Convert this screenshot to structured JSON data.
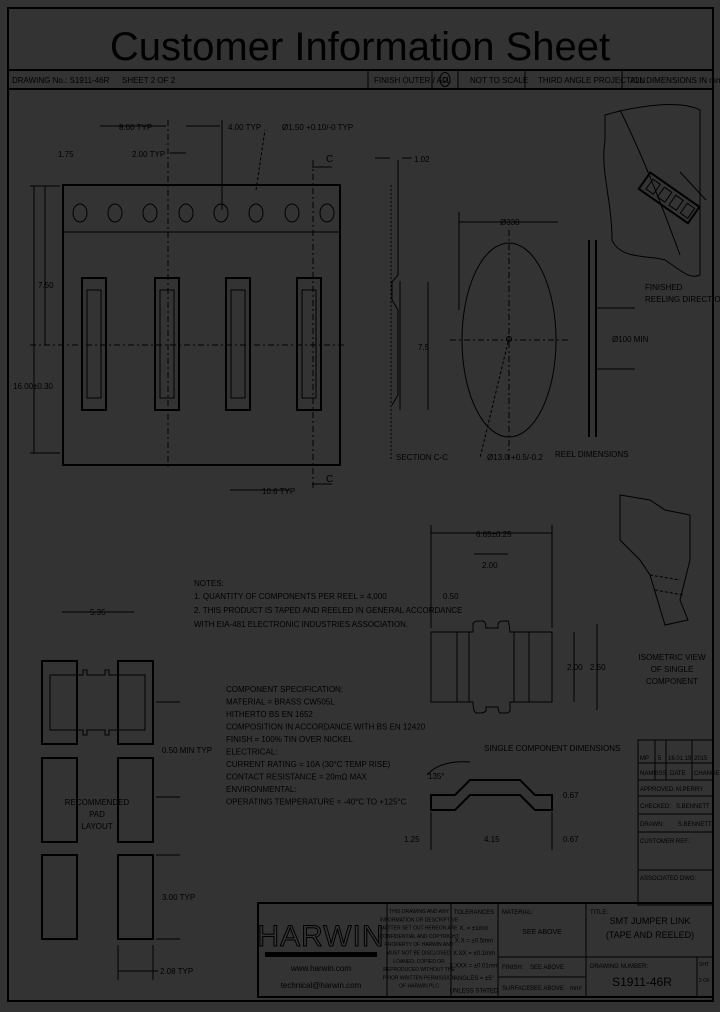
{
  "title": "Customer Information Sheet",
  "info_bar": {
    "drawing_ref": "DRAWING No.: S1911-46R",
    "sheet": "SHEET 2 OF 2",
    "finish_note": "FINISH OUTER / ALL",
    "scale": "NOT TO SCALE",
    "projection": "THIRD ANGLE PROJECTION",
    "units": "ALL DIMENSIONS IN mm"
  },
  "tape_view": {
    "dim_pitch": "8.00 TYP",
    "dim_sprocket_pitch": "4.00 TYP",
    "dim_hole": "Ø1.50 +0.10/-0 TYP",
    "dim_offset": "2.00 TYP",
    "dim_edge": "1.75",
    "dim_width_half": "7.50",
    "dim_width": "16.00±0.30",
    "dim_pocket": "10.6 TYP",
    "section_marker": "C"
  },
  "section_view": {
    "dim_thickness": "1.02",
    "dim_height": "7.5",
    "label": "SECTION C-C"
  },
  "reel_view": {
    "dim_diameter": "Ø330",
    "dim_hub": "Ø13.0 +0.5/-0.2",
    "dim_core": "Ø100 MIN",
    "label": "REEL DIMENSIONS",
    "direction_label_1": "FINISHED",
    "direction_label_2": "REELING DIRECTION"
  },
  "notes": {
    "heading": "NOTES:",
    "items": [
      "1. QUANTITY OF COMPONENTS PER REEL = 4,000",
      "2. THIS PRODUCT IS TAPED AND REELED IN GENERAL ACCORDANCE",
      "   WITH EIA-481 ELECTRONIC INDUSTRIES ASSOCIATION."
    ]
  },
  "spec": {
    "lines": [
      "COMPONENT SPECIFICATION:",
      "MATERIAL = BRASS CW505L",
      "  HITHERTO BS EN 1652",
      "  COMPOSITION IN ACCORDANCE WITH BS EN 12420",
      "FINISH = 100% TIN OVER NICKEL",
      "ELECTRICAL:",
      "  CURRENT RATING = 10A (30°C TEMP RISE)",
      "  CONTACT RESISTANCE = 20mΩ MAX",
      "ENVIRONMENTAL:",
      "  OPERATING TEMPERATURE = -40°C TO +125°C"
    ]
  },
  "component": {
    "dim_length": "6.65±0.25",
    "dim_gap": "2.00",
    "dim_slot": "0.50",
    "dim_w1": "2.00",
    "dim_w2": "2.50",
    "side_angle": "135°",
    "side_h1": "0.67",
    "side_h2": "0.67",
    "side_l1": "1.25",
    "side_l2": "4.15",
    "dims_label": "SINGLE COMPONENT DIMENSIONS",
    "iso_label": [
      "ISOMETRIC VIEW",
      "OF SINGLE",
      "COMPONENT"
    ]
  },
  "pad_layout": {
    "dim_width": "5.35",
    "dim_gap": "0.50 MIN TYP",
    "dim_height": "3.00 TYP",
    "dim_pad": "2.08 TYP",
    "label": [
      "RECOMMENDED",
      "PAD",
      "LAYOUT"
    ]
  },
  "revision": {
    "row1": [
      "MP",
      "5",
      "16.01.19",
      "2015"
    ],
    "row2": [
      "NAME",
      "ISS.",
      "DATE",
      "CHANGE"
    ],
    "approved": "APPROVED:",
    "approved_by": "M.PERRY",
    "checked": "CHECKED:",
    "checked_by": "S.BENNETT",
    "drawn": "DRAWN:",
    "drawn_by": "S.BENNETT",
    "customer_ref": "CUSTOMER REF.:",
    "associated_dwg": "ASSOCIATED DWG:"
  },
  "title_block": {
    "logo": "HARWIN",
    "website": "www.harwin.com",
    "email": "technical@harwin.com",
    "copyright": [
      "THIS DRAWING AND ANY",
      "INFORMATION OR DESCRIPTIVE",
      "MATTER SET OUT HEREON ARE",
      "CONFIDENTIAL AND COPYRIGHT",
      "PROPERTY OF HARWIN AND",
      "MUST NOT BE DISCLOSED,",
      "LOANED, COPIED OR",
      "REPRODUCED WITHOUT THE",
      "PRIOR WRITTEN PERMISSION",
      "OF HARWIN PLC"
    ],
    "tolerances_heading": "TOLERANCES",
    "tolerances": [
      "X. = ±1mm",
      "X.X = ±0.5mm",
      "X.XX = ±0.1mm",
      "X.XXX = ±0.01mm",
      "ANGLES = ±5°",
      "UNLESS STATED"
    ],
    "material_label": "MATERIAL:",
    "material_value": "SEE ABOVE",
    "finish_label": "FINISH:",
    "finish_value": "SEE ABOVE",
    "surface_label": "SURFACE:",
    "surface_value": "SEE ABOVE",
    "surface_unit": "mm²",
    "title_label": "TITLE:",
    "title_line1": "SMT JUMPER LINK",
    "title_line2": "(TAPE AND REELED)",
    "drawing_number_label": "DRAWING NUMBER:",
    "drawing_number": "S1911-46R",
    "sheet_label": "SHT",
    "sheet_value": "2 OF 2"
  },
  "colors": {
    "background": "#333333",
    "ink": "#000000"
  }
}
